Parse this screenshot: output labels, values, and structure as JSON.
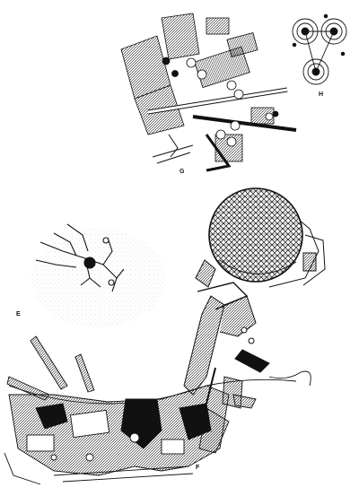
{
  "figure": {
    "labels": {
      "e": "E",
      "f": "F",
      "g": "G",
      "h": "H"
    },
    "ink_color": "#111111",
    "paper_color": "#ffffff"
  }
}
